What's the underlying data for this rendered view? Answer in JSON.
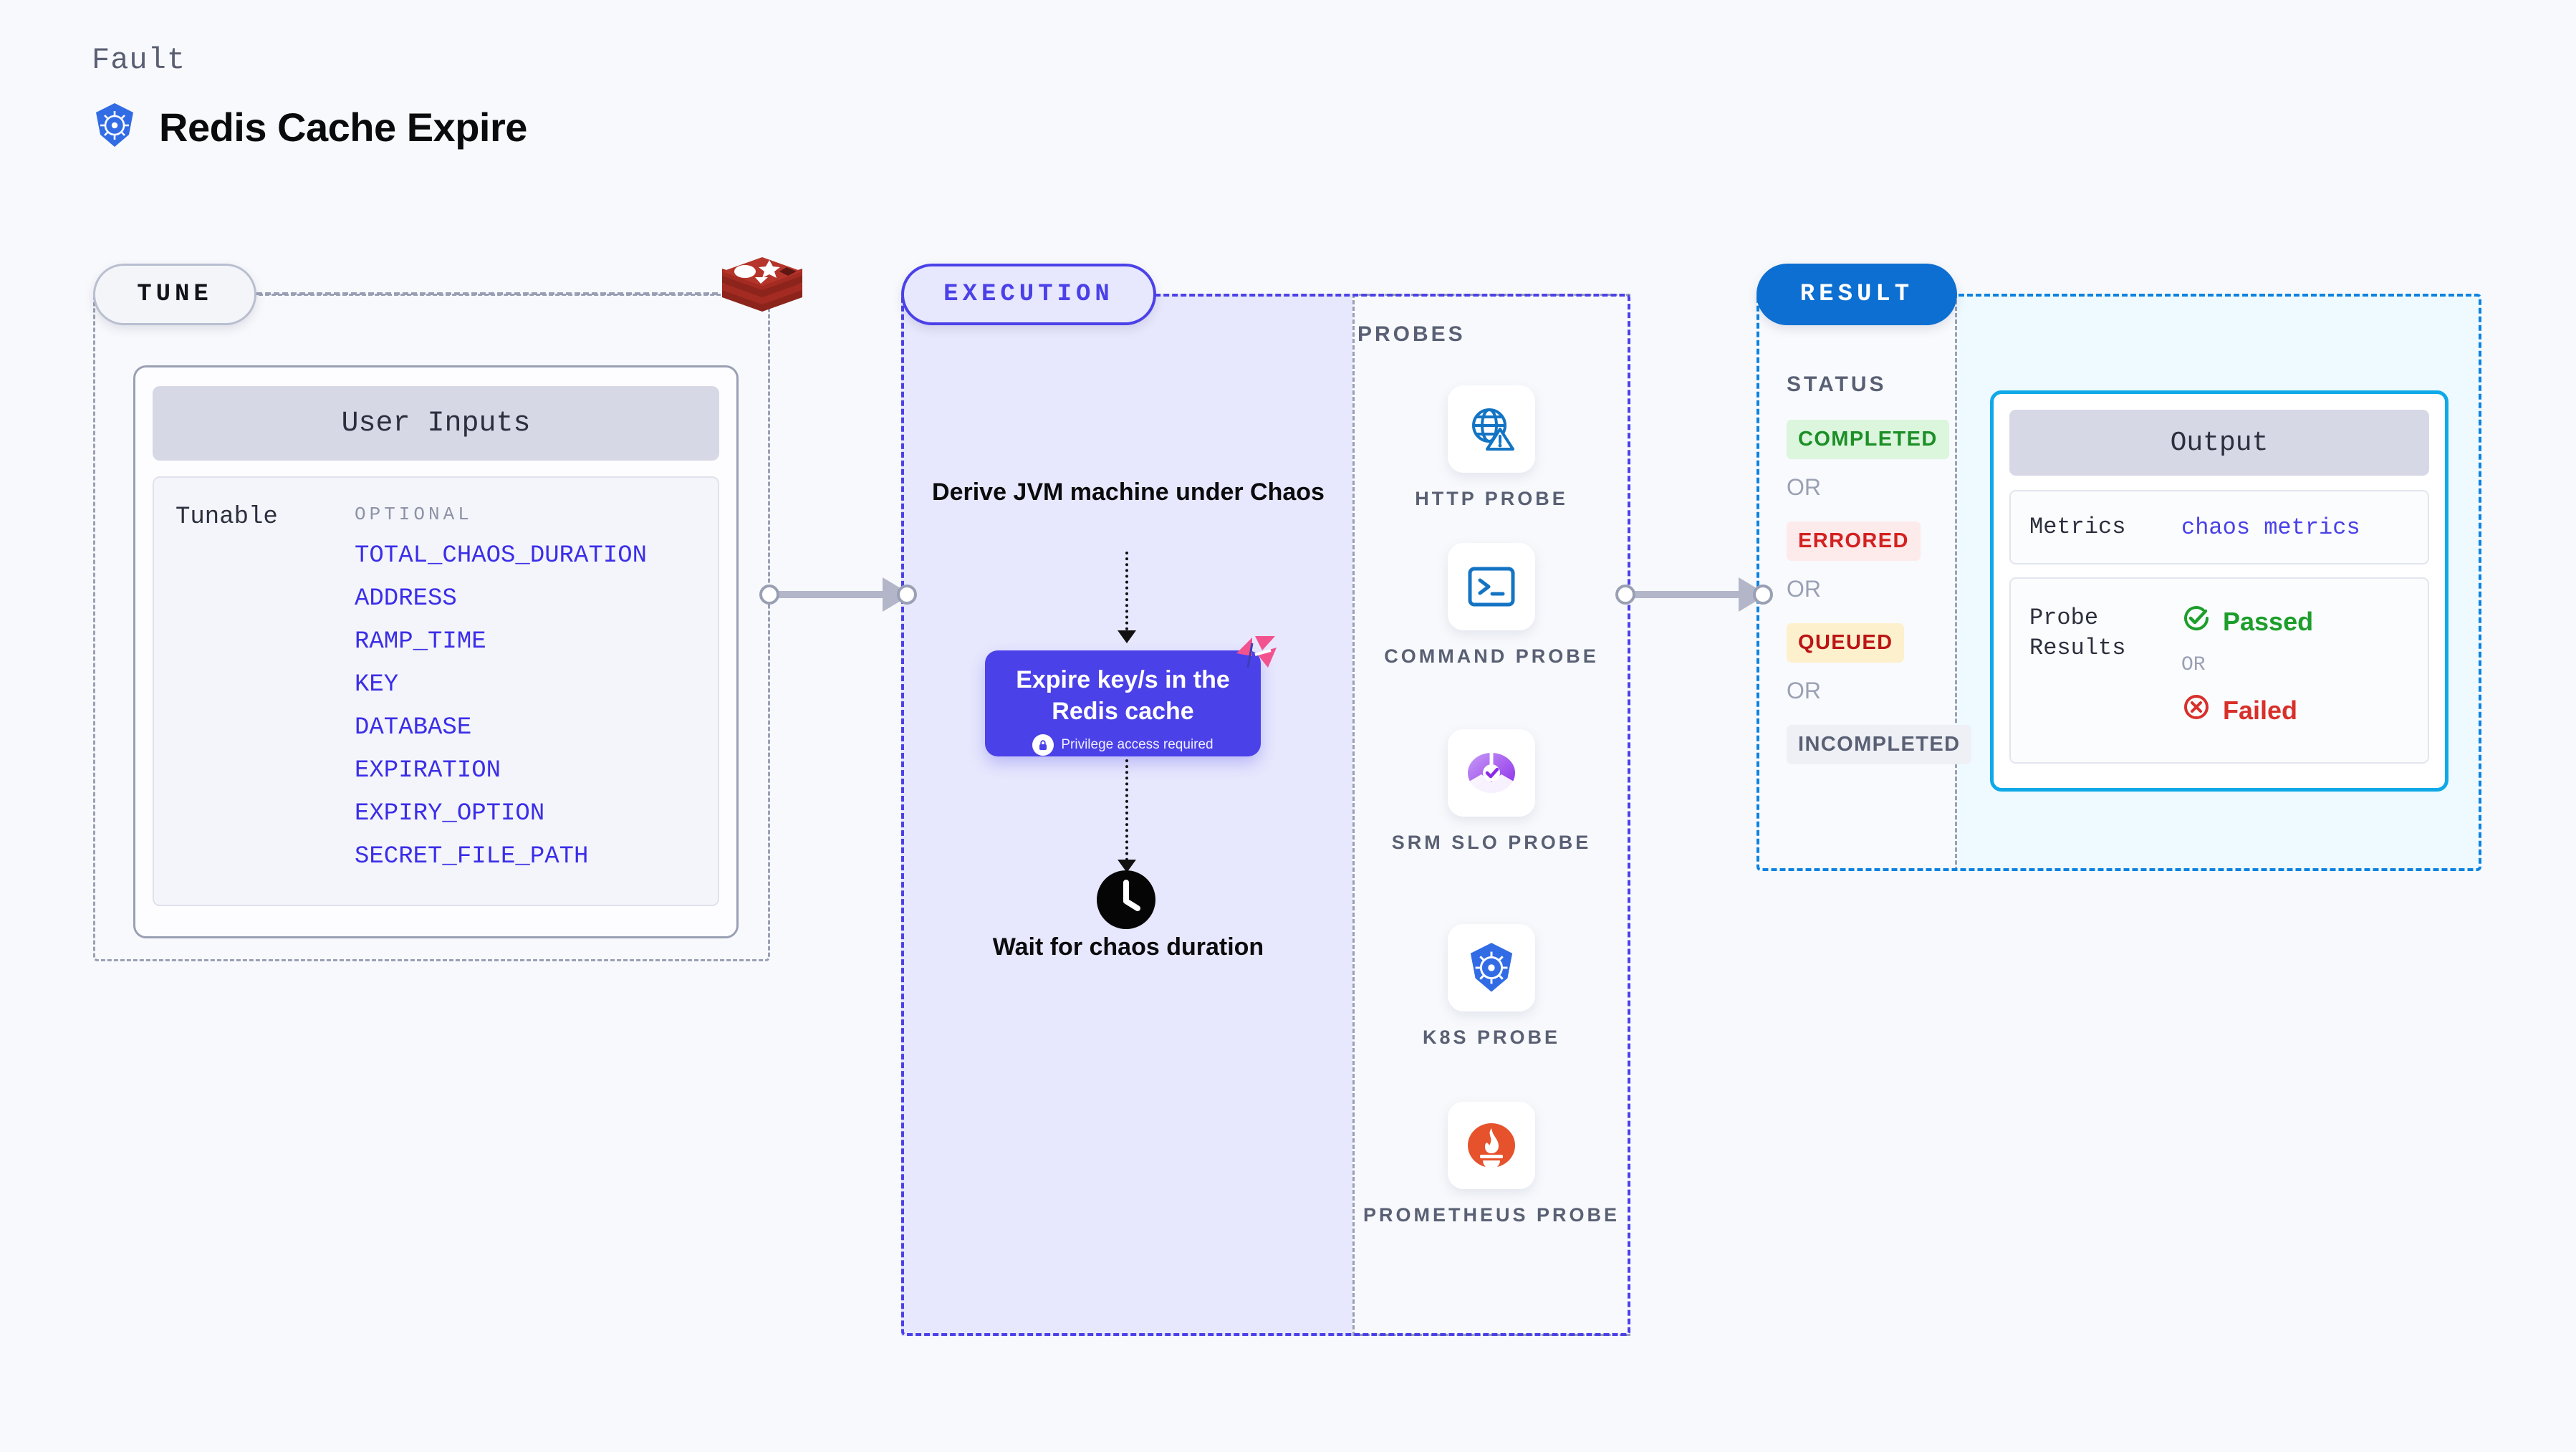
{
  "header": {
    "kicker": "Fault",
    "title": "Redis Cache Expire",
    "icon": "kubernetes-icon"
  },
  "stages": {
    "tune": {
      "pill_label": "TUNE",
      "logo_icon": "redis-logo-icon"
    },
    "execution": {
      "pill_label": "EXECUTION"
    },
    "result": {
      "pill_label": "RESULT"
    }
  },
  "tune": {
    "card_title": "User Inputs",
    "tunable_label": "Tunable",
    "optional_label": "OPTIONAL",
    "params": [
      "TOTAL_CHAOS_DURATION",
      "ADDRESS",
      "RAMP_TIME",
      "KEY",
      "DATABASE",
      "EXPIRATION",
      "EXPIRY_OPTION",
      "SECRET_FILE_PATH"
    ]
  },
  "execution": {
    "step_derive": "Derive JVM machine under Chaos",
    "chaos_card": {
      "title": "Expire key/s in the Redis cache",
      "note": "Privilege access required",
      "note_icon": "lock-icon",
      "corner_icon": "litmus-chaos-icon"
    },
    "step_wait": "Wait for chaos duration",
    "wait_icon": "clock-icon"
  },
  "probes": {
    "title": "PROBES",
    "items": [
      {
        "label": "HTTP PROBE",
        "icon": "globe-warning-icon"
      },
      {
        "label": "COMMAND PROBE",
        "icon": "terminal-icon"
      },
      {
        "label": "SRM SLO PROBE",
        "icon": "slo-check-icon"
      },
      {
        "label": "K8S PROBE",
        "icon": "kubernetes-icon"
      },
      {
        "label": "PROMETHEUS PROBE",
        "icon": "prometheus-icon"
      }
    ]
  },
  "result": {
    "status_title": "STATUS",
    "or_label": "OR",
    "statuses": [
      {
        "label": "COMPLETED",
        "color": "#1c8f27",
        "bg": "#dcf5dd"
      },
      {
        "label": "ERRORED",
        "color": "#d32020",
        "bg": "#fdeaea"
      },
      {
        "label": "QUEUED",
        "color": "#bb1515",
        "bg": "#fdf0cd"
      },
      {
        "label": "INCOMPLETED",
        "color": "#5a6074",
        "bg": "#eef0f6"
      }
    ],
    "output": {
      "title": "Output",
      "metrics_key": "Metrics",
      "metrics_value": "chaos metrics",
      "probe_results_key": "Probe Results",
      "passed_label": "Passed",
      "passed_icon": "check-circle-icon",
      "failed_label": "Failed",
      "failed_icon": "x-circle-icon",
      "or_label": "OR"
    }
  },
  "colors": {
    "indigo": "#4b41e8",
    "blue": "#0d6fd1",
    "cyan": "#0fa9e8",
    "redis_red": "#a32b22",
    "pink": "#f2538f",
    "green": "#1c9e2b",
    "red": "#d8302a"
  }
}
